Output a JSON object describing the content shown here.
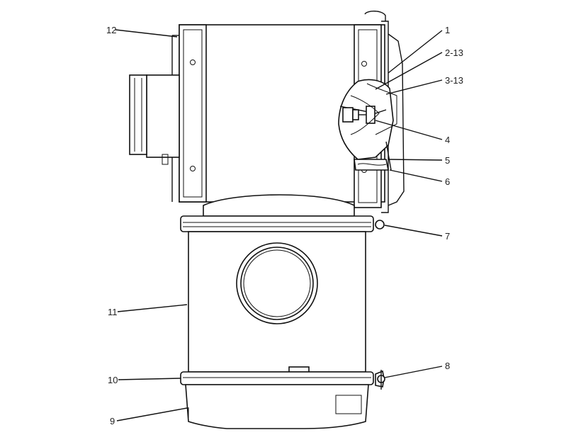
{
  "callouts": [
    {
      "id": "1",
      "text": "1"
    },
    {
      "id": "2-13",
      "text": "2-13"
    },
    {
      "id": "3-13",
      "text": "3-13"
    },
    {
      "id": "4",
      "text": "4"
    },
    {
      "id": "5",
      "text": "5"
    },
    {
      "id": "6",
      "text": "6"
    },
    {
      "id": "7",
      "text": "7"
    },
    {
      "id": "8",
      "text": "8"
    },
    {
      "id": "9",
      "text": "9"
    },
    {
      "id": "10",
      "text": "10"
    },
    {
      "id": "11",
      "text": "11"
    },
    {
      "id": "12",
      "text": "12"
    }
  ]
}
